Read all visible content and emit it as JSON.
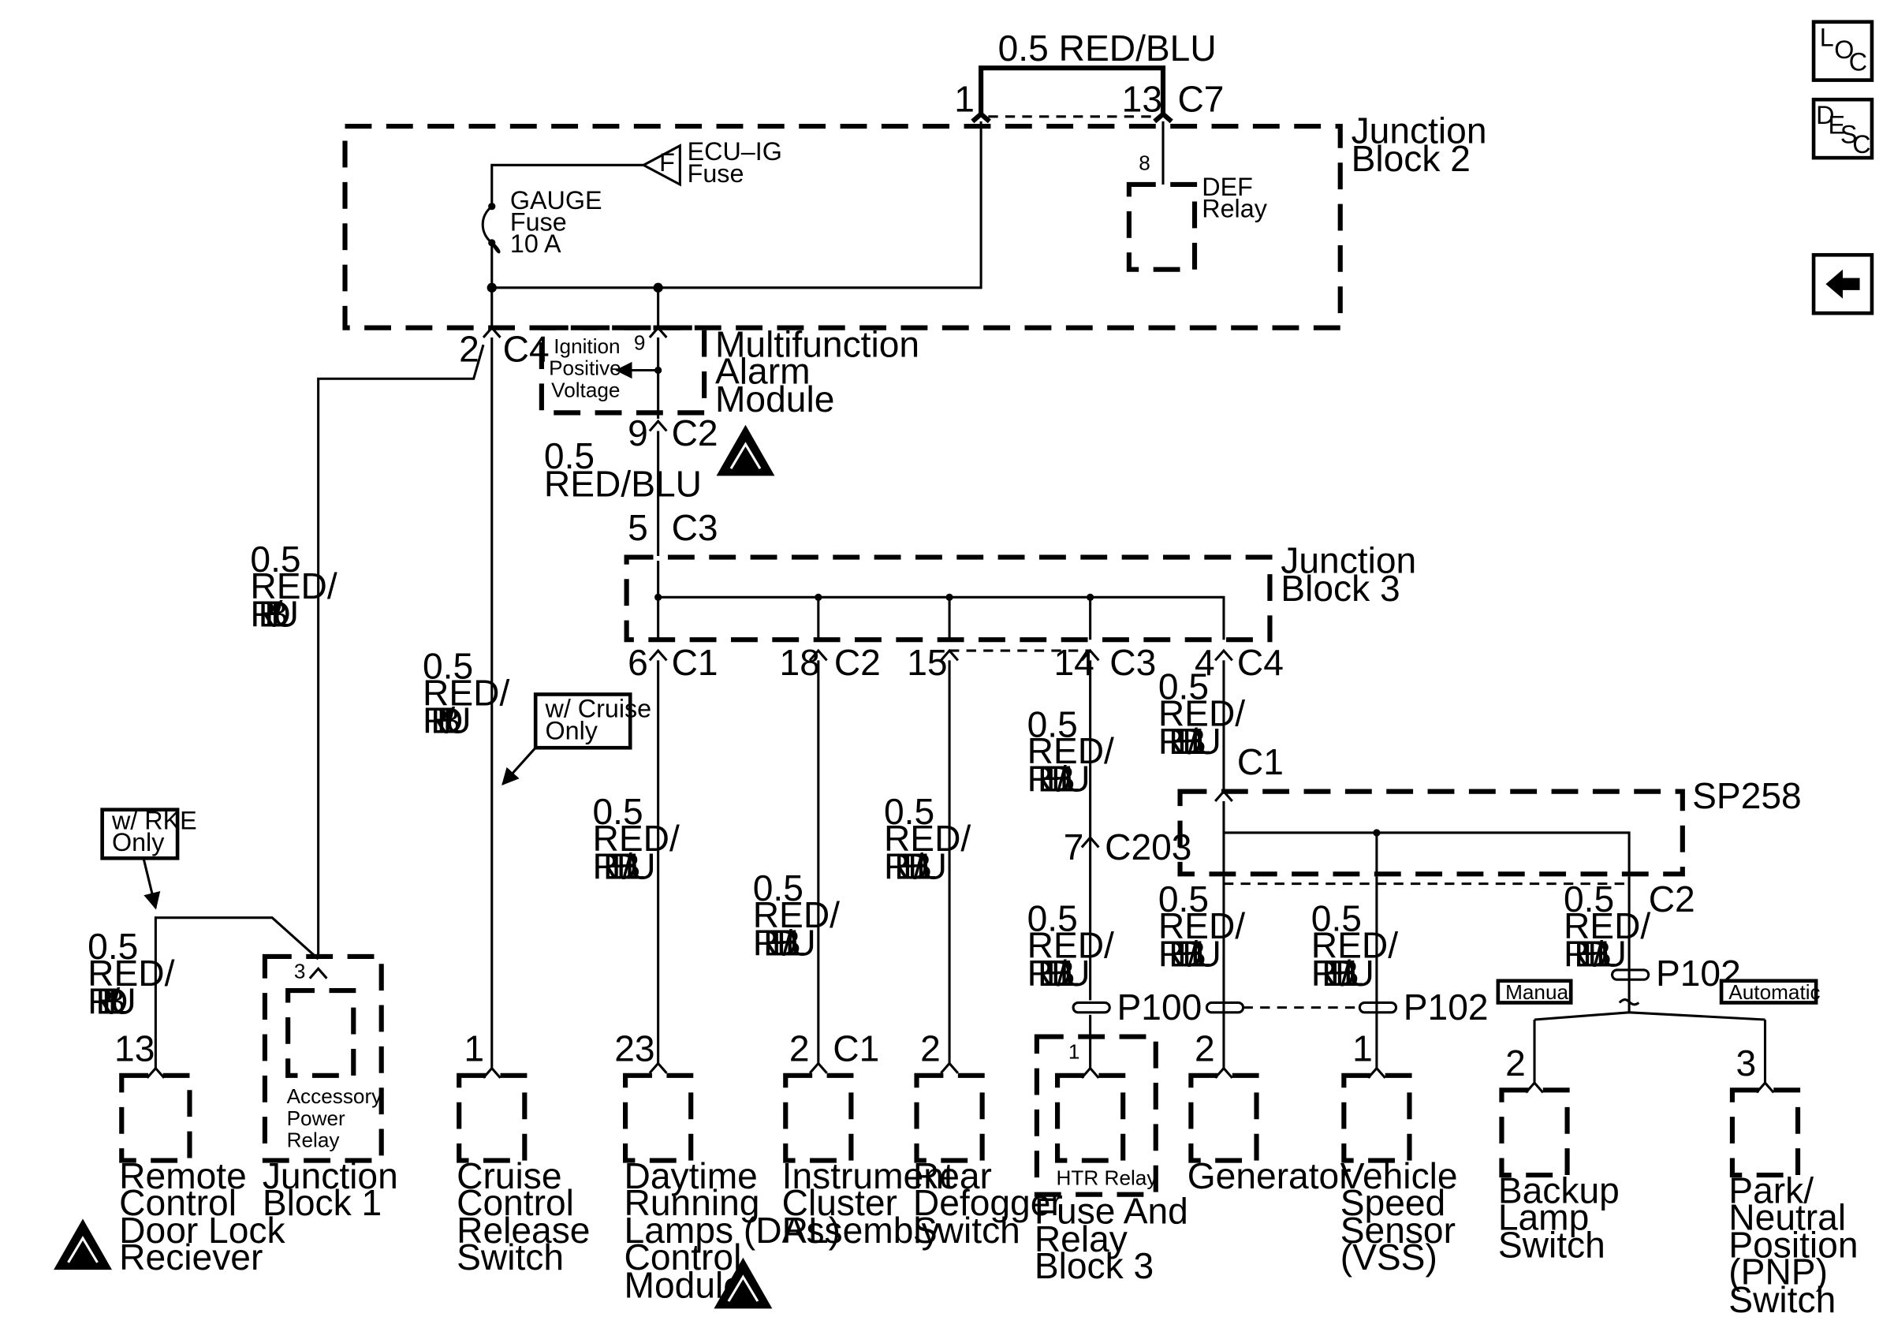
{
  "wire": {
    "top_wire": "0.5 RED/BLU",
    "w0_5": "0.5",
    "red_blu": "RED/BLU",
    "red_blu_split": "RED/"
  },
  "blocks": {
    "junction_block_2": [
      "Junction",
      "Block 2"
    ],
    "junction_block_3": [
      "Junction",
      "Block 3"
    ],
    "sp258": "SP258",
    "ecu_fuse": [
      "ECU–IG",
      "Fuse"
    ],
    "fuse_symbol": "F",
    "gauge_fuse": [
      "GAUGE",
      "Fuse",
      "10 A"
    ],
    "def_relay": [
      "DEF",
      "Relay"
    ],
    "mam": [
      "Multifunction",
      "Alarm",
      "Module"
    ],
    "ign_pos_voltage": [
      "Ignition",
      "Positive",
      "Voltage"
    ],
    "accessory_relay": [
      "Accessory",
      "Power",
      "Relay"
    ],
    "htr_relay": "HTR Relay"
  },
  "connectors": {
    "c1": "C1",
    "c2": "C2",
    "c3": "C3",
    "c4": "C4",
    "c7": "C7",
    "c203": "C203",
    "p100": "P100",
    "p102": "P102",
    "pins": {
      "p1": "1",
      "p2": "2",
      "p3": "3",
      "p4": "4",
      "p5": "5",
      "p6": "6",
      "p7": "7",
      "p8": "8",
      "p9": "9",
      "p13": "13",
      "p14": "14",
      "p15": "15",
      "p18": "18",
      "p23": "23"
    }
  },
  "notes": {
    "w_cruise": [
      "w/ Cruise",
      "Only"
    ],
    "w_rke": [
      "w/ RKE",
      "Only"
    ],
    "manual": "Manual",
    "automatic": "Automatic"
  },
  "components": {
    "remote": [
      "Remote",
      "Control",
      "Door Lock",
      "Reciever"
    ],
    "jb1": [
      "Junction",
      "Block 1"
    ],
    "cruise": [
      "Cruise",
      "Control",
      "Release",
      "Switch"
    ],
    "drl": [
      "Daytime",
      "Running",
      "Lamps (DRL)",
      "Control",
      "Module"
    ],
    "cluster": [
      "Instrument",
      "Cluster",
      "Assembly"
    ],
    "defogger": [
      "Rear",
      "Defogger",
      "Switch"
    ],
    "fuse_relay3": [
      "Fuse And",
      "Relay",
      "Block 3"
    ],
    "generator": "Generator",
    "vss": [
      "Vehicle",
      "Speed",
      "Sensor",
      "(VSS)"
    ],
    "backup": [
      "Backup",
      "Lamp",
      "Switch"
    ],
    "pnp": [
      "Park/",
      "Neutral",
      "Position",
      "(PNP)",
      "Switch"
    ]
  },
  "nav": {
    "loc": [
      "L",
      "O",
      "C"
    ],
    "desc": [
      "D",
      "E",
      "S",
      "C"
    ],
    "back_icon": "left-arrow-icon"
  }
}
